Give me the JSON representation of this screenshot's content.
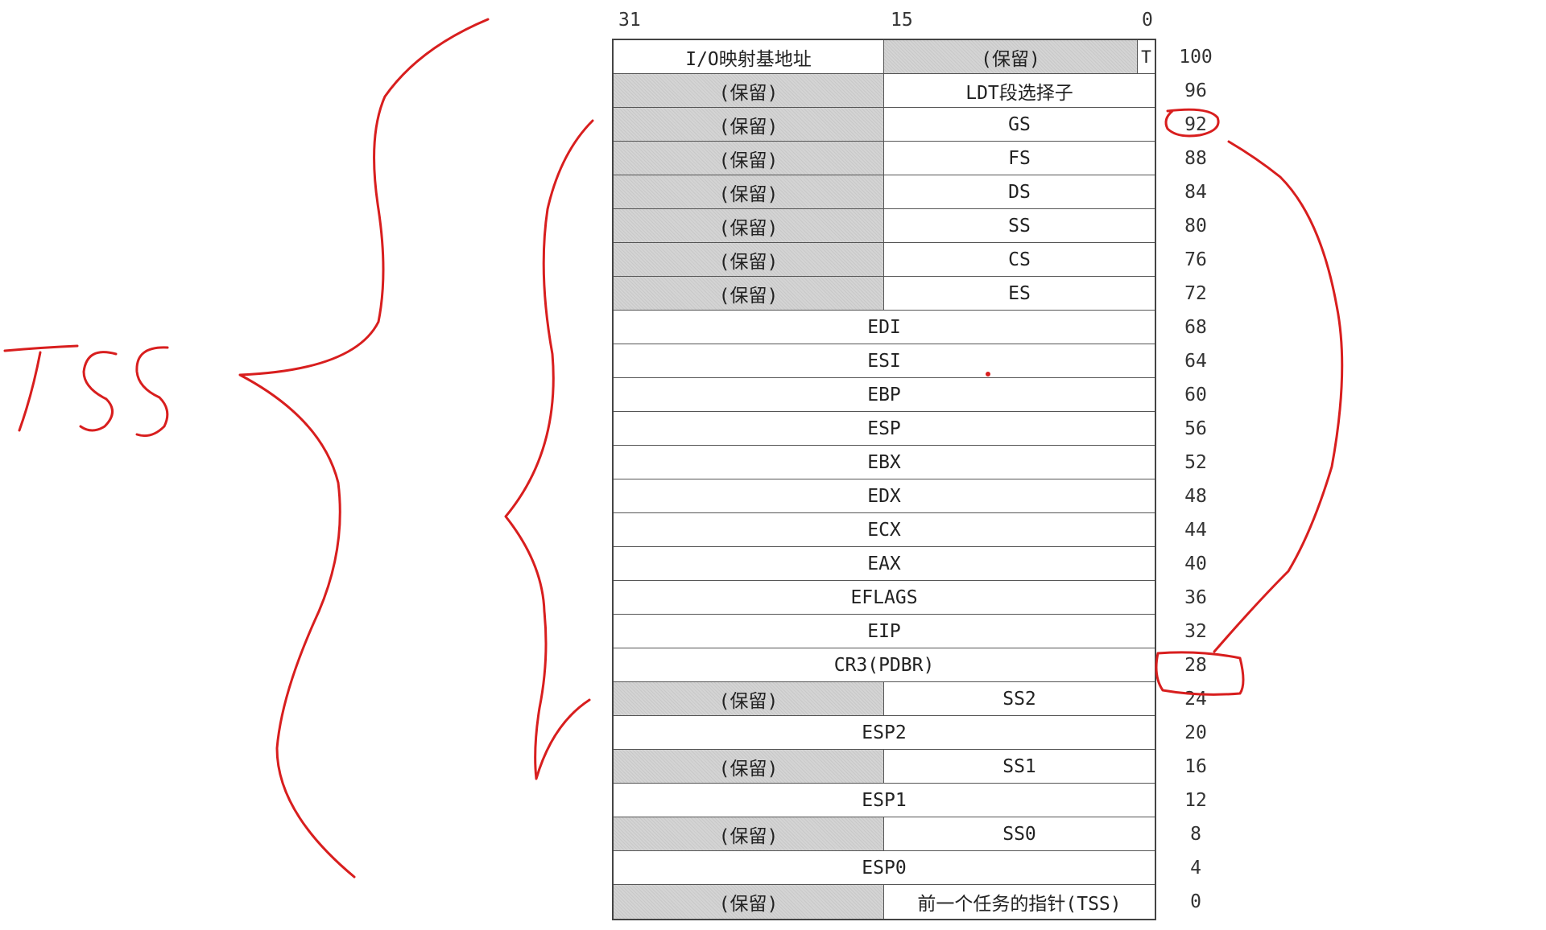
{
  "bit_labels": {
    "high": "31",
    "mid": "15",
    "low": "0"
  },
  "handwritten_label": "TSS",
  "annotation_color": "#d81e1e",
  "reserved_fill": "#cccccc",
  "rows": [
    {
      "offset": "100",
      "left": "I/O映射基地址",
      "right": "(保留)",
      "flag": "T"
    },
    {
      "offset": "96",
      "left": "(保留)",
      "right": "LDT段选择子"
    },
    {
      "offset": "92",
      "left": "(保留)",
      "right": "GS"
    },
    {
      "offset": "88",
      "left": "(保留)",
      "right": "FS"
    },
    {
      "offset": "84",
      "left": "(保留)",
      "right": "DS"
    },
    {
      "offset": "80",
      "left": "(保留)",
      "right": "SS"
    },
    {
      "offset": "76",
      "left": "(保留)",
      "right": "CS"
    },
    {
      "offset": "72",
      "left": "(保留)",
      "right": "ES"
    },
    {
      "offset": "68",
      "full": "EDI"
    },
    {
      "offset": "64",
      "full": "ESI"
    },
    {
      "offset": "60",
      "full": "EBP"
    },
    {
      "offset": "56",
      "full": "ESP"
    },
    {
      "offset": "52",
      "full": "EBX"
    },
    {
      "offset": "48",
      "full": "EDX"
    },
    {
      "offset": "44",
      "full": "ECX"
    },
    {
      "offset": "40",
      "full": "EAX"
    },
    {
      "offset": "36",
      "full": "EFLAGS"
    },
    {
      "offset": "32",
      "full": "EIP"
    },
    {
      "offset": "28",
      "full": "CR3(PDBR)"
    },
    {
      "offset": "24",
      "left": "(保留)",
      "right": "SS2"
    },
    {
      "offset": "20",
      "full": "ESP2"
    },
    {
      "offset": "16",
      "left": "(保留)",
      "right": "SS1"
    },
    {
      "offset": "12",
      "full": "ESP1"
    },
    {
      "offset": "8",
      "left": "(保留)",
      "right": "SS0"
    },
    {
      "offset": "4",
      "full": "ESP0"
    },
    {
      "offset": "0",
      "left": "(保留)",
      "right": "前一个任务的指针(TSS)"
    }
  ]
}
